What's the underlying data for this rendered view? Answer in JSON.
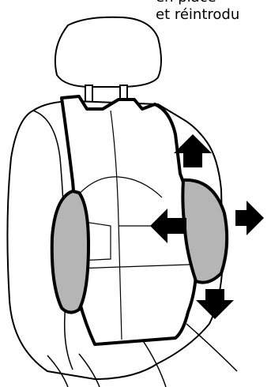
{
  "caption": {
    "line1": "en place",
    "line2": "et réintrodu"
  },
  "colors": {
    "stroke": "#000000",
    "pad_fill": "#b5b5b5",
    "background": "#ffffff",
    "arrow": "#000000"
  },
  "icons": [
    "seat-illustration",
    "arrow-up-icon",
    "arrow-left-icon",
    "arrow-right-icon",
    "arrow-down-icon"
  ]
}
